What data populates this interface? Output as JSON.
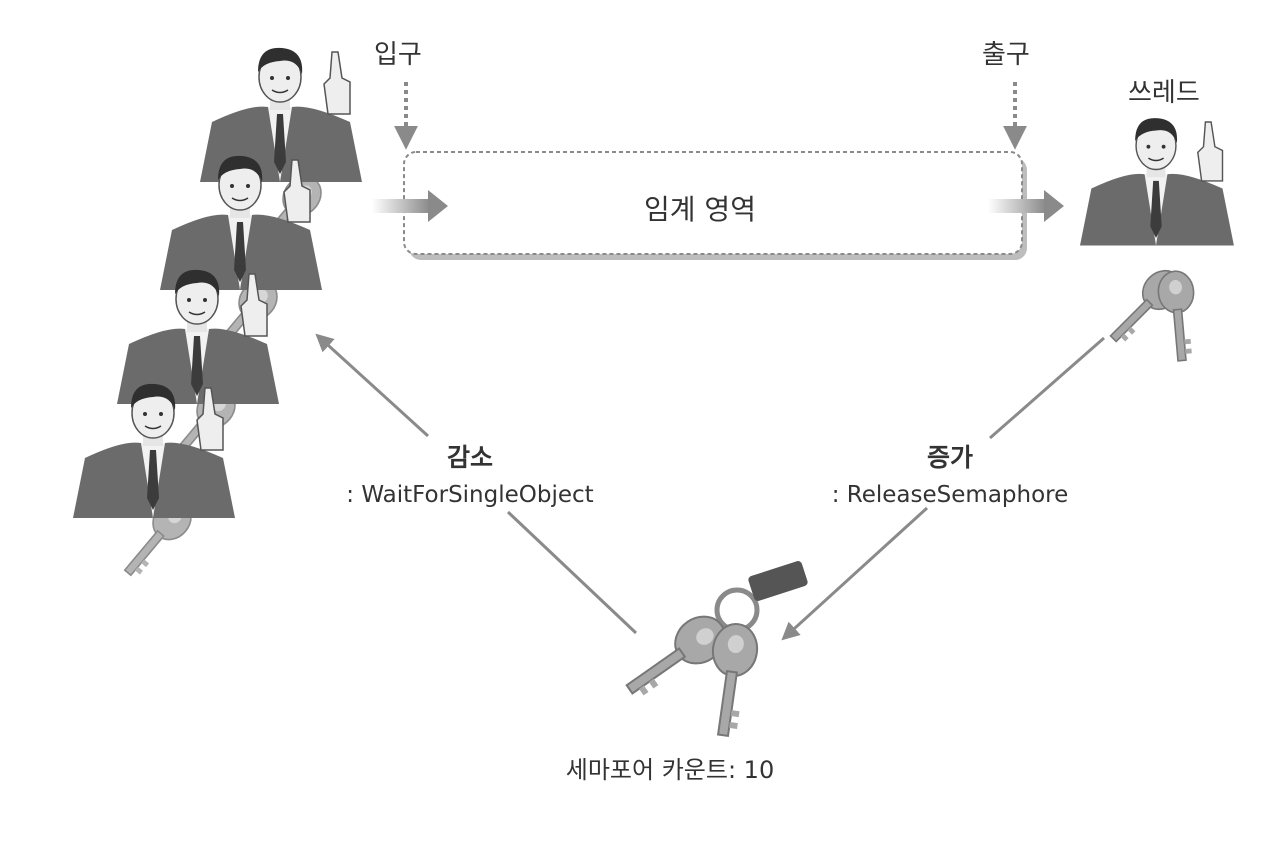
{
  "labels": {
    "entry": "입구",
    "exit": "출구",
    "thread": "쓰레드",
    "critical_section": "임계 영역"
  },
  "operations": {
    "decrement": {
      "name": "감소",
      "function": ": WaitForSingleObject"
    },
    "increment": {
      "name": "증가",
      "function": ": ReleaseSemaphore"
    }
  },
  "semaphore": {
    "count_label": "세마포어 카운트: 10"
  },
  "colors": {
    "arrow": "#8a8a8a",
    "suit": "#6b6b6b",
    "key": "#a8a8a8",
    "text": "#333333"
  }
}
